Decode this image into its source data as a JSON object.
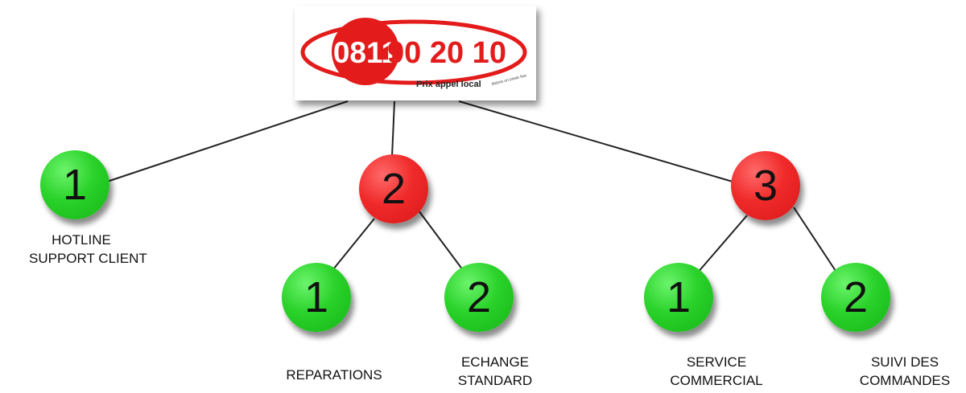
{
  "logo": {
    "phone_prefix": "0811",
    "phone_rest": "90 20 10",
    "tagline": "Prix appel local",
    "tagline_small": "depuis un poste fixe"
  },
  "colors": {
    "green": "#22cc22",
    "red": "#ee2222",
    "logo_red": "#e31b1b"
  },
  "nodes": {
    "n1": {
      "digit": "1",
      "color": "green",
      "label_line1": "HOTLINE",
      "label_line2": "SUPPORT CLIENT"
    },
    "n2": {
      "digit": "2",
      "color": "red"
    },
    "n3": {
      "digit": "3",
      "color": "red"
    },
    "n2_1": {
      "digit": "1",
      "color": "green",
      "label_line1": "REPARATIONS"
    },
    "n2_2": {
      "digit": "2",
      "color": "green",
      "label_line1": "ECHANGE",
      "label_line2": "STANDARD"
    },
    "n3_1": {
      "digit": "1",
      "color": "green",
      "label_line1": "SERVICE",
      "label_line2": "COMMERCIAL"
    },
    "n3_2": {
      "digit": "2",
      "color": "green",
      "label_line1": "SUIVI DES",
      "label_line2": "COMMANDES"
    }
  }
}
